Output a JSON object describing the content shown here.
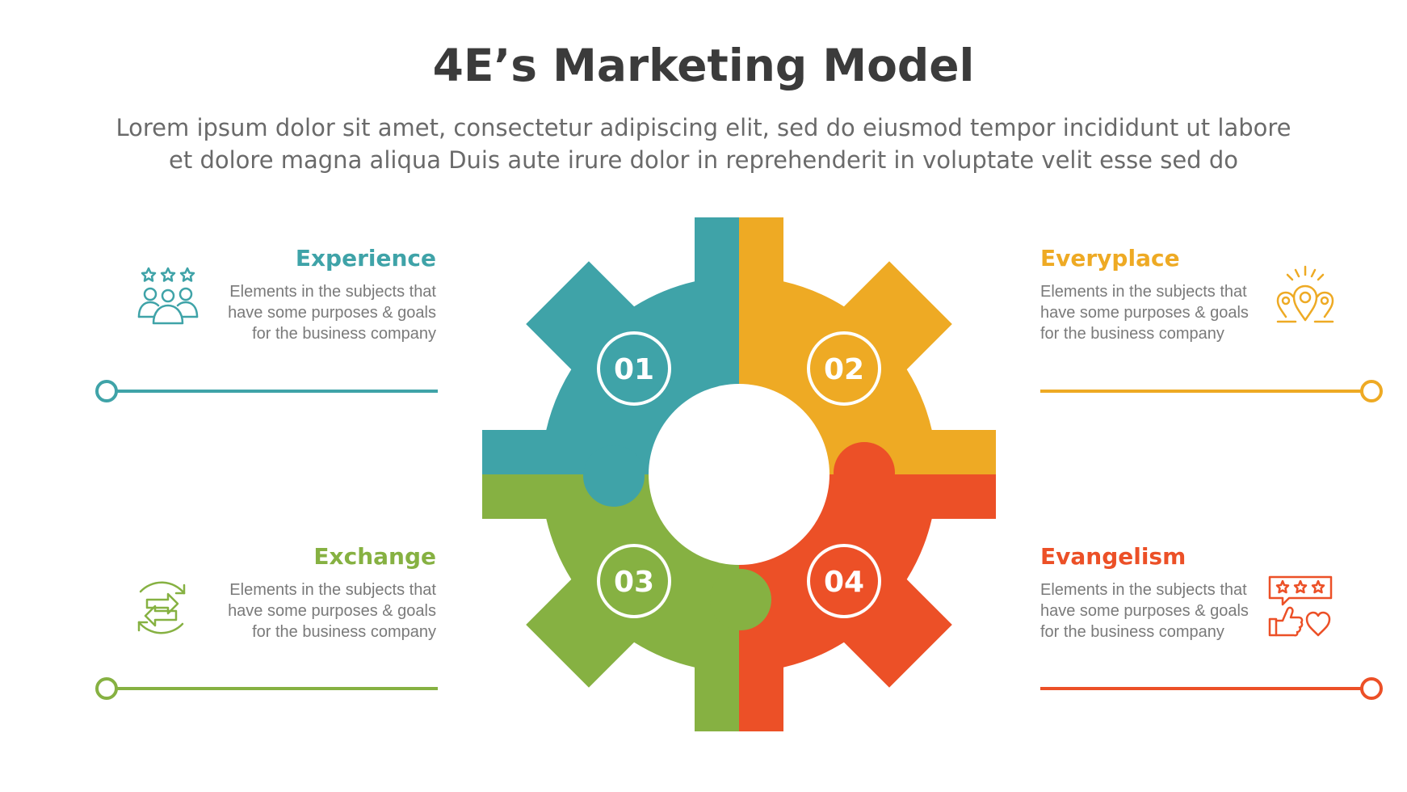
{
  "header": {
    "title": "4E’s Marketing Model",
    "subtitle_line1": "Lorem ipsum dolor sit amet, consectetur adipiscing elit, sed do eiusmod tempor incididunt ut labore",
    "subtitle_line2": "et dolore magna aliqua Duis aute irure dolor in reprehenderit in voluptate velit esse sed do"
  },
  "colors": {
    "teal": "#3fa3a8",
    "orange": "#eeaa24",
    "green": "#86b142",
    "red": "#ec5027",
    "title": "#3b3b3b",
    "text": "#7a7a7a"
  },
  "items": [
    {
      "number": "01",
      "title": "Experience",
      "desc_line1": "Elements in the subjects that",
      "desc_line2": "have  some purposes & goals",
      "desc_line3": "for the  business company",
      "icon": "people-rating-icon",
      "color": "#3fa3a8"
    },
    {
      "number": "02",
      "title": "Everyplace",
      "desc_line1": "Elements in the subjects that",
      "desc_line2": "have  some purposes & goals",
      "desc_line3": "for the  business company",
      "icon": "location-pins-icon",
      "color": "#eeaa24"
    },
    {
      "number": "03",
      "title": "Exchange",
      "desc_line1": "Elements in the subjects that",
      "desc_line2": "have  some purposes & goals",
      "desc_line3": "for the  business company",
      "icon": "exchange-arrows-icon",
      "color": "#86b142"
    },
    {
      "number": "04",
      "title": "Evangelism",
      "desc_line1": "Elements in the subjects that",
      "desc_line2": "have  some purposes & goals",
      "desc_line3": "for the  business company",
      "icon": "review-like-heart-icon",
      "color": "#ec5027"
    }
  ]
}
